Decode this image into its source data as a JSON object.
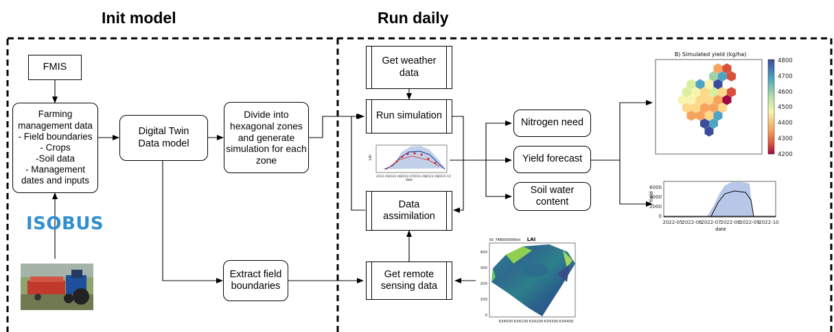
{
  "sections": {
    "init": "Init model",
    "run": "Run daily"
  },
  "boxes": {
    "fmis": "FMIS",
    "farming": "Farming\nmanagement data\n- Field boundaries\n- Crops\n-Soil data\n- Management\ndates and inputs",
    "digital_twin": "Digital Twin\nData model",
    "divide": "Divide into\nhexagonal zones\nand generate\nsimulation for each\nzone",
    "extract": "Extract field\nboundaries",
    "get_weather": "Get weather\ndata",
    "run_sim": "Run simulation",
    "data_assim": "Data\nassimilation",
    "remote": "Get remote\nsensing data",
    "nitrogen": "Nitrogen need",
    "yield_forecast": "Yield forecast",
    "soil_water": "Soil water\ncontent"
  },
  "logo": "ISOBUS",
  "colors": {
    "accent_blue": "#2f8fd0",
    "line": "#000000"
  },
  "plots": {
    "lai_small": {
      "ylabel": "LAI",
      "xlabel": "date",
      "xticks": [
        "2022-05",
        "2022-06",
        "2022-07",
        "2022-08",
        "2022-09",
        "2022-10"
      ]
    },
    "yield_map": {
      "title": "B) Simulated yield (kg/ha)",
      "colorbar_ticks": [
        "4800",
        "4700",
        "4600",
        "4500",
        "4400",
        "4300",
        "4200"
      ]
    },
    "yield_ts": {
      "ylabel": "Yield",
      "xlabel": "date",
      "yticks": [
        "6000",
        "4000",
        "2000",
        "0"
      ],
      "xticks": [
        "2022-05",
        "2022-06",
        "2022-07",
        "2022-08",
        "2022-09",
        "2022-10"
      ]
    },
    "lai_map": {
      "title": "LAI",
      "corner": "t0: 7480000000nt",
      "yticks": [
        "400",
        "300",
        "200",
        "100",
        "0"
      ],
      "xticks": [
        "634000",
        "634100",
        "634200",
        "634300",
        "634400"
      ]
    }
  }
}
